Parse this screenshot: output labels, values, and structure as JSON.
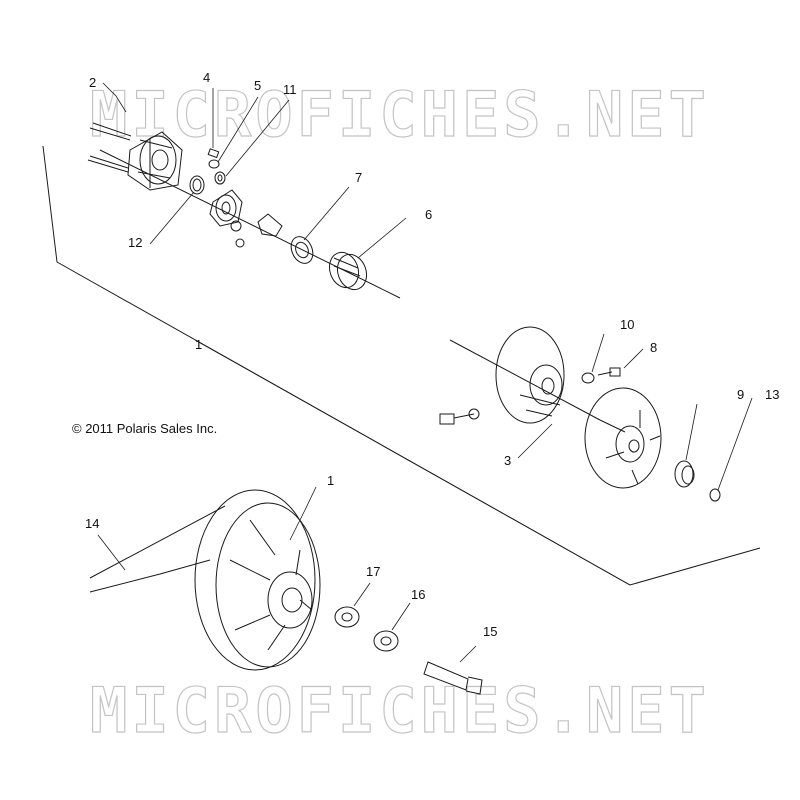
{
  "watermark": {
    "text": "MICROFICHES.NET"
  },
  "copyright": "© 2011 Polaris Sales Inc.",
  "callouts": [
    "1",
    "2",
    "3",
    "4",
    "5",
    "6",
    "7",
    "8",
    "9",
    "10",
    "11",
    "12",
    "13",
    "14",
    "15",
    "16",
    "17"
  ],
  "callout_extra": {
    "second_one": "1"
  },
  "colors": {
    "line": "#1a1a1a",
    "watermark_stroke": "#c4c4c4",
    "background": "#ffffff"
  }
}
